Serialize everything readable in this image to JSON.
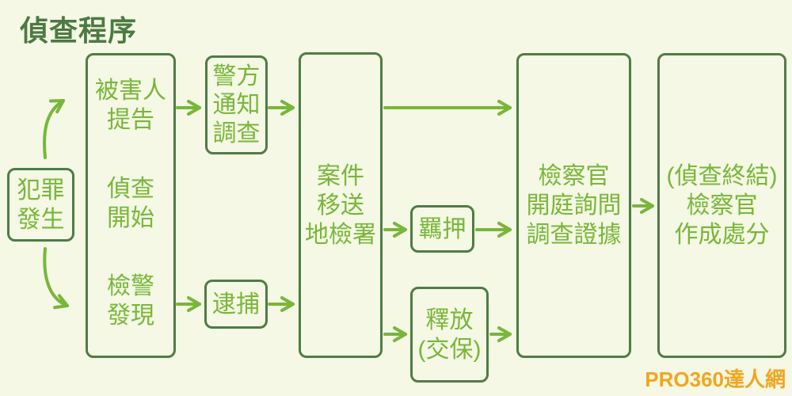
{
  "title": "偵查程序",
  "watermark": "PRO360達人網",
  "colors": {
    "background": "#f4f8e4",
    "border_green": "#4f7c46",
    "bright_green": "#79b63a",
    "title_green": "#4d7a43",
    "watermark_orange": "#f2a51f"
  },
  "nodes": {
    "crime": {
      "lines": [
        "犯罪",
        "發生"
      ]
    },
    "victim_report": {
      "lines": [
        "被害人",
        "提告"
      ]
    },
    "investigation_start": {
      "lines": [
        "偵查",
        "開始"
      ]
    },
    "police_discovery": {
      "lines": [
        "檢警",
        "發現"
      ]
    },
    "police_notice": {
      "lines": [
        "警方",
        "通知",
        "調查"
      ]
    },
    "arrest": {
      "lines": [
        "逮捕"
      ]
    },
    "case_transfer": {
      "lines": [
        "案件",
        "移送",
        "地檢署"
      ]
    },
    "detention": {
      "lines": [
        "羈押"
      ]
    },
    "release": {
      "lines": [
        "釋放",
        "(交保)"
      ]
    },
    "prosecutor_hearing": {
      "lines": [
        "檢察官",
        "開庭詢問",
        "調查證據"
      ]
    },
    "final_disposition": {
      "lines": [
        "(偵查終結)",
        "檢察官",
        "作成處分"
      ]
    }
  },
  "edges": [
    {
      "from": "crime",
      "to": "victim_report",
      "shape": "curved-up"
    },
    {
      "from": "crime",
      "to": "police_discovery",
      "shape": "curved-down"
    },
    {
      "from": "victim_report",
      "to": "police_notice",
      "shape": "straight"
    },
    {
      "from": "police_notice",
      "to": "case_transfer",
      "shape": "straight"
    },
    {
      "from": "police_discovery",
      "to": "arrest",
      "shape": "straight"
    },
    {
      "from": "arrest",
      "to": "case_transfer",
      "shape": "straight"
    },
    {
      "from": "case_transfer",
      "to": "prosecutor_hearing",
      "shape": "straight-long"
    },
    {
      "from": "case_transfer",
      "to": "detention",
      "shape": "straight"
    },
    {
      "from": "detention",
      "to": "prosecutor_hearing",
      "shape": "straight"
    },
    {
      "from": "case_transfer",
      "to": "release",
      "shape": "straight"
    },
    {
      "from": "release",
      "to": "prosecutor_hearing",
      "shape": "straight"
    },
    {
      "from": "prosecutor_hearing",
      "to": "final_disposition",
      "shape": "straight"
    }
  ]
}
